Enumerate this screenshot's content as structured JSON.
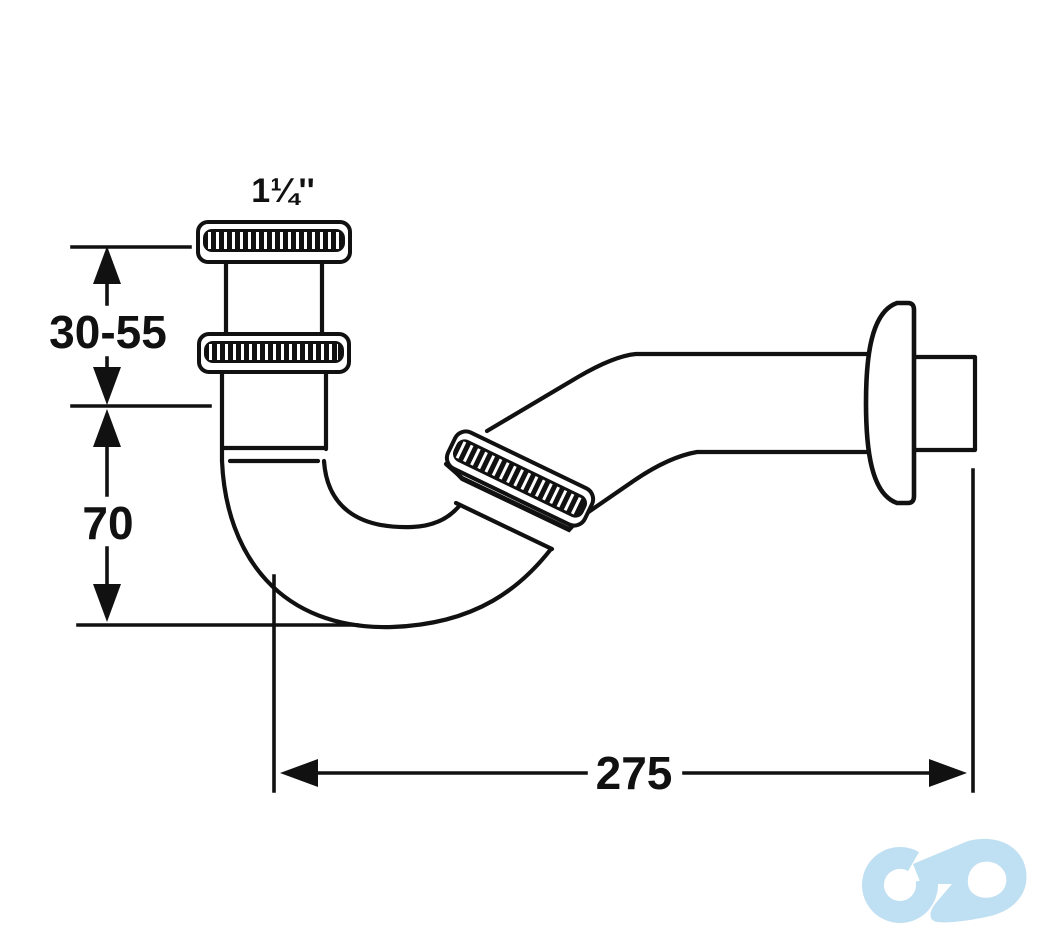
{
  "drawing": {
    "type": "technical-dimension-drawing",
    "subject": "P-trap siphon side view",
    "labels": {
      "inlet_size": "1¼''",
      "inlet_height_range": "30-55",
      "trap_depth": "70",
      "horizontal_length": "275"
    }
  },
  "colors": {
    "line": "#111111",
    "background": "#ffffff"
  },
  "logo": {
    "name": "cd-monogram",
    "color": "#BFDFF2"
  }
}
